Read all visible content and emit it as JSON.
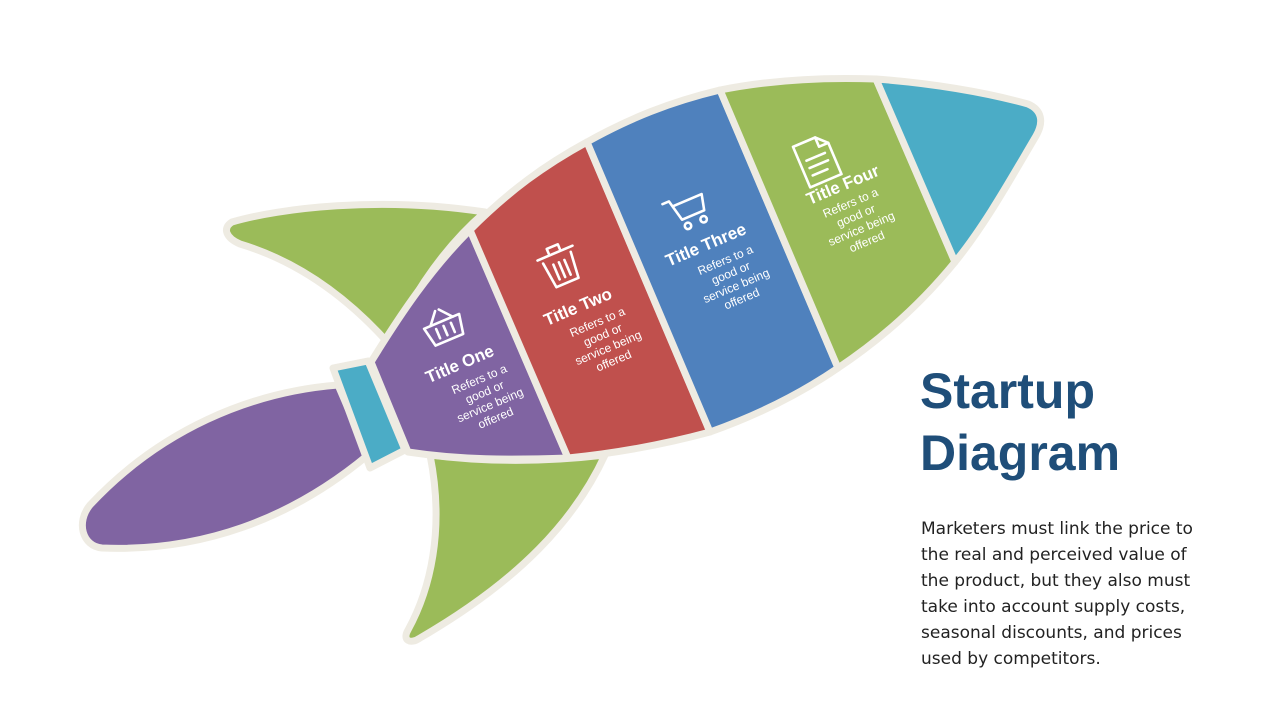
{
  "slide": {
    "heading_line1": "Startup",
    "heading_line2": "Diagram",
    "body": "Marketers must link the price to\nthe real and perceived  value of\nthe product, but they also must\ntake into account supply costs,\nseasonal discounts, and prices\nused by competitors."
  },
  "segments": [
    {
      "title": "Title One",
      "desc_lines": [
        "Refers  to a",
        "good or",
        "service being",
        "offered"
      ],
      "color": "#8064a2",
      "icon": "shopping-basket-icon"
    },
    {
      "title": "Title Two",
      "desc_lines": [
        "Refers  to a",
        "good or",
        "service being",
        "offered"
      ],
      "color": "#c0504d",
      "icon": "trash-bin-icon"
    },
    {
      "title": "Title Three",
      "desc_lines": [
        "Refers  to a",
        "good or",
        "service being",
        "offered"
      ],
      "color": "#4f81bd",
      "icon": "shopping-cart-icon"
    },
    {
      "title": "Title Four",
      "desc_lines": [
        "Refers  to a",
        "good or",
        "service being",
        "offered"
      ],
      "color": "#9bbb59",
      "icon": "document-icon"
    }
  ],
  "colors": {
    "nose": "#4bacc6",
    "nozzle": "#4bacc6",
    "fins": "#9bbb59",
    "flame": "#8064a2",
    "outline": "#eeebe2",
    "heading": "#1f4e79"
  }
}
